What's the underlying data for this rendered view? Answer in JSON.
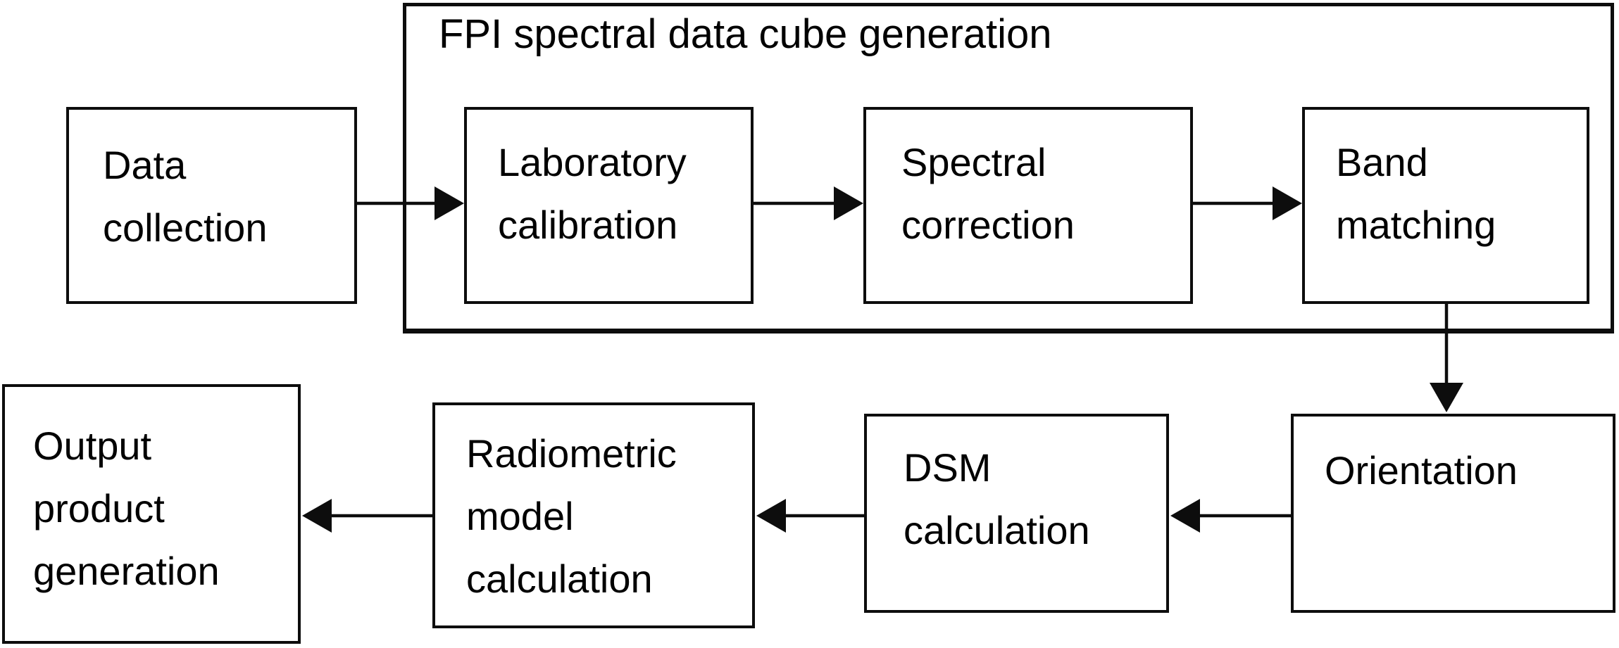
{
  "container": {
    "label": "FPI spectral data cube generation"
  },
  "boxes": {
    "data_collection": {
      "lines": [
        "Data",
        "collection"
      ]
    },
    "laboratory_calibration": {
      "lines": [
        "Laboratory",
        "calibration"
      ]
    },
    "spectral_correction": {
      "lines": [
        "Spectral",
        "correction"
      ]
    },
    "band_matching": {
      "lines": [
        "Band",
        "matching"
      ]
    },
    "orientation": {
      "lines": [
        "Orientation"
      ]
    },
    "dsm_calculation": {
      "lines": [
        "DSM",
        "calculation"
      ]
    },
    "radiometric_model_calculation": {
      "lines": [
        "Radiometric",
        "model",
        "calculation"
      ]
    },
    "output_product_generation": {
      "lines": [
        "Output",
        "product",
        "generation"
      ]
    }
  },
  "connections": [
    {
      "from": "data_collection",
      "to": "laboratory_calibration"
    },
    {
      "from": "laboratory_calibration",
      "to": "spectral_correction"
    },
    {
      "from": "spectral_correction",
      "to": "band_matching"
    },
    {
      "from": "band_matching",
      "to": "orientation"
    },
    {
      "from": "orientation",
      "to": "dsm_calculation"
    },
    {
      "from": "dsm_calculation",
      "to": "radiometric_model_calculation"
    },
    {
      "from": "radiometric_model_calculation",
      "to": "output_product_generation"
    }
  ],
  "colors": {
    "line": "#0d0d0d",
    "text": "#000000",
    "background": "#ffffff"
  }
}
